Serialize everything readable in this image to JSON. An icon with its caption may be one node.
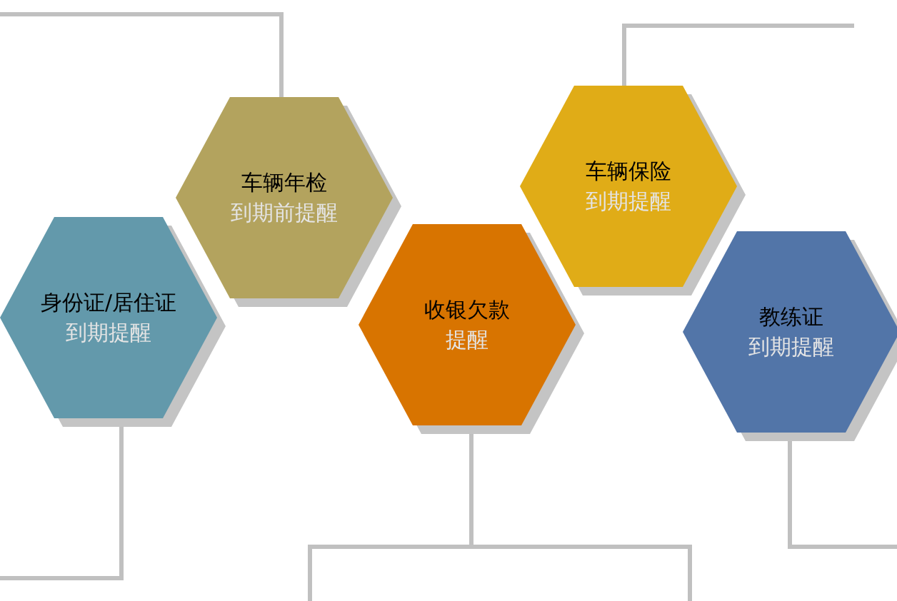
{
  "diagram": {
    "nodes": [
      {
        "text": [
          "身份证/居住证",
          "到期提醒"
        ]
      },
      {
        "text": [
          "车辆年检",
          "到期前提醒"
        ]
      },
      {
        "text": [
          "收银欠款",
          "提醒"
        ]
      },
      {
        "text": [
          "车辆保险",
          "到期提醒"
        ]
      },
      {
        "text": [
          "教练证",
          "到期提醒"
        ]
      }
    ],
    "edges": [
      {
        "from": 1,
        "to": null,
        "arrow": "none"
      },
      {
        "from": 0,
        "to": null,
        "arrow": "none"
      },
      {
        "from": 2,
        "to": null,
        "arrow": "none"
      },
      {
        "from": 2,
        "to": null,
        "arrow": "none"
      },
      {
        "from": 3,
        "to": null,
        "arrow": "none"
      },
      {
        "from": 4,
        "to": null,
        "arrow": "none"
      }
    ]
  }
}
